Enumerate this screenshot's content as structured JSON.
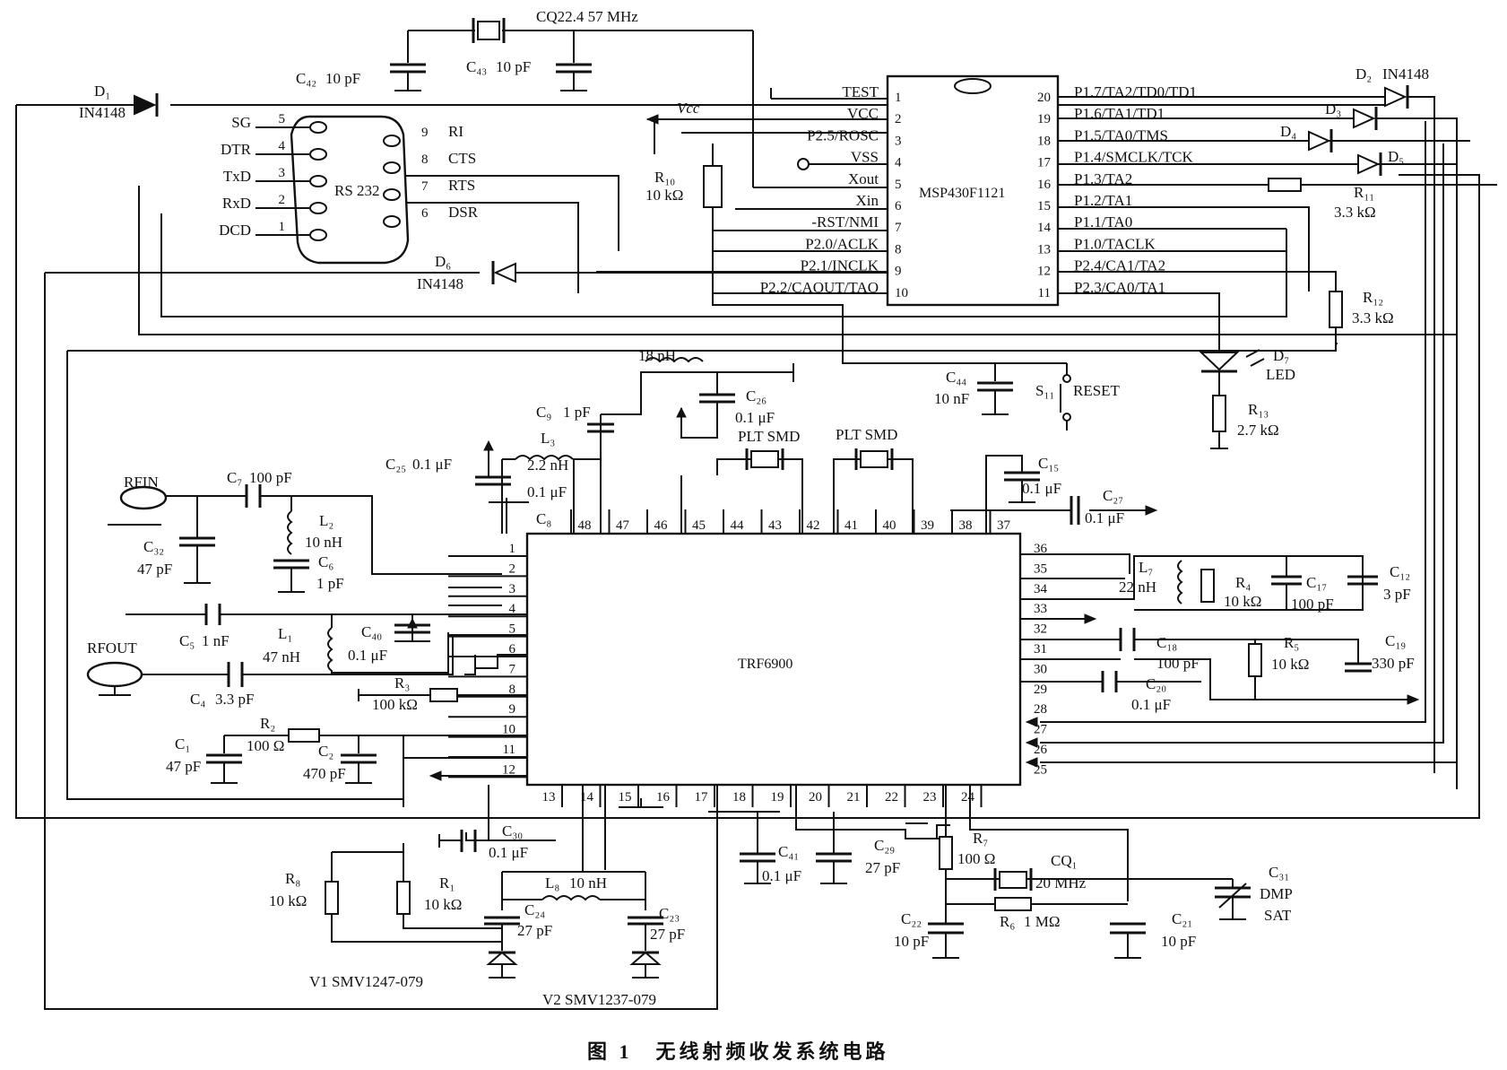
{
  "caption": "图 1　无线射频收发系统电路",
  "chips": {
    "mcu": {
      "name": "MSP430F1121",
      "left_pins": [
        {
          "num": "1",
          "name": "TEST"
        },
        {
          "num": "2",
          "name": "VCC"
        },
        {
          "num": "3",
          "name": "P2.5/ROSC"
        },
        {
          "num": "4",
          "name": "VSS"
        },
        {
          "num": "5",
          "name": "Xout"
        },
        {
          "num": "6",
          "name": "Xin"
        },
        {
          "num": "7",
          "name": "-RST/NMI"
        },
        {
          "num": "8",
          "name": "P2.0/ACLK"
        },
        {
          "num": "9",
          "name": "P2.1/INCLK"
        },
        {
          "num": "10",
          "name": "P2.2/CAOUT/TAO"
        }
      ],
      "right_pins": [
        {
          "num": "20",
          "name": "P1.7/TA2/TD0/TD1"
        },
        {
          "num": "19",
          "name": "P1.6/TA1/TD1"
        },
        {
          "num": "18",
          "name": "P1.5/TA0/TMS"
        },
        {
          "num": "17",
          "name": "P1.4/SMCLK/TCK"
        },
        {
          "num": "16",
          "name": "P1.3/TA2"
        },
        {
          "num": "15",
          "name": "P1.2/TA1"
        },
        {
          "num": "14",
          "name": "P1.1/TA0"
        },
        {
          "num": "13",
          "name": "P1.0/TACLK"
        },
        {
          "num": "12",
          "name": "P2.4/CA1/TA2"
        },
        {
          "num": "11",
          "name": "P2.3/CA0/TA1"
        }
      ]
    },
    "rf": {
      "name": "TRF6900",
      "left_pins": [
        "1",
        "2",
        "3",
        "4",
        "5",
        "6",
        "7",
        "8",
        "9",
        "10",
        "11",
        "12"
      ],
      "bottom_pins": [
        "13",
        "14",
        "15",
        "16",
        "17",
        "18",
        "19",
        "20",
        "21",
        "22",
        "23",
        "24"
      ],
      "right_pins": [
        "36",
        "35",
        "34",
        "33",
        "32",
        "31",
        "30",
        "29",
        "28",
        "27",
        "26",
        "25"
      ],
      "top_pins": [
        "48",
        "47",
        "46",
        "45",
        "44",
        "43",
        "42",
        "41",
        "40",
        "39",
        "38",
        "37"
      ]
    },
    "rs232": {
      "name": "RS 232",
      "left_pins": [
        {
          "num": "5",
          "name": "SG"
        },
        {
          "num": "4",
          "name": "DTR"
        },
        {
          "num": "3",
          "name": "TxD"
        },
        {
          "num": "2",
          "name": "RxD"
        },
        {
          "num": "1",
          "name": "DCD"
        }
      ],
      "right_pins": [
        {
          "num": "9",
          "name": "RI"
        },
        {
          "num": "8",
          "name": "CTS"
        },
        {
          "num": "7",
          "name": "RTS"
        },
        {
          "num": "6",
          "name": "DSR"
        }
      ]
    }
  },
  "components": {
    "c42": {
      "ref": "C₄₂",
      "value": "10 pF"
    },
    "c43": {
      "ref": "C₄₃",
      "value": "10 pF"
    },
    "crystal_top": {
      "value": "CQ22.4  57 MHz"
    },
    "vcc": {
      "label": "Vcc"
    },
    "r10": {
      "ref": "R₁₀",
      "value": "10 kΩ"
    },
    "d1": {
      "ref": "D₁",
      "value": "IN4148"
    },
    "d2": {
      "ref": "D₂",
      "value": "IN4148"
    },
    "d3": {
      "ref": "D₃"
    },
    "d4": {
      "ref": "D₄"
    },
    "d5": {
      "ref": "D₅"
    },
    "d6": {
      "ref": "D₆",
      "value": "IN4148"
    },
    "d7": {
      "ref": "D₇",
      "value": "LED"
    },
    "r11": {
      "ref": "R₁₁",
      "value": "3.3 kΩ"
    },
    "r12": {
      "ref": "R₁₂",
      "value": "3.3 kΩ"
    },
    "r13": {
      "ref": "R₁₃",
      "value": "2.7 kΩ"
    },
    "c44": {
      "ref": "C₄₄",
      "value": "10 nF"
    },
    "s11": {
      "ref": "S₁₁",
      "value": "RESET"
    },
    "l18nh": {
      "value": "18 nH"
    },
    "c26": {
      "ref": "C₂₆",
      "value": "0.1 μF"
    },
    "c9": {
      "ref": "C₉",
      "value": "1 pF"
    },
    "l3": {
      "ref": "L₃",
      "value": "2.2 nH"
    },
    "c25": {
      "ref": "C₂₅",
      "value": "0.1 μF"
    },
    "c8": {
      "ref": "C₈",
      "value": "0.1 μF"
    },
    "plt1": {
      "value": "PLT SMD"
    },
    "plt2": {
      "value": "PLT SMD"
    },
    "c15": {
      "ref": "C₁₅",
      "value": "0.1 μF"
    },
    "c27": {
      "ref": "C₂₇",
      "value": "0.1 μF"
    },
    "rfin": {
      "label": "RFIN"
    },
    "c7": {
      "ref": "C₇",
      "value": "100 pF"
    },
    "c32": {
      "ref": "C₃₂",
      "value": "47 pF"
    },
    "l2": {
      "ref": "L₂",
      "value": "10 nH"
    },
    "c6": {
      "ref": "C₆",
      "value": "1 pF"
    },
    "rfout": {
      "label": "RFOUT"
    },
    "c5": {
      "ref": "C₅",
      "value": "1 nF"
    },
    "l1": {
      "ref": "L₁",
      "value": "47 nH"
    },
    "c40": {
      "ref": "C₄₀",
      "value": "0.1 μF"
    },
    "c4": {
      "ref": "C₄",
      "value": "3.3 pF"
    },
    "r3": {
      "ref": "R₃",
      "value": "100 kΩ"
    },
    "c1": {
      "ref": "C₁",
      "value": "47 pF"
    },
    "r2": {
      "ref": "R₂",
      "value": "100 Ω"
    },
    "c2": {
      "ref": "C₂",
      "value": "470 pF"
    },
    "l7": {
      "ref": "L₇",
      "value": "22 nH"
    },
    "r4": {
      "ref": "R₄",
      "value": "10 kΩ"
    },
    "c17": {
      "ref": "C₁₇",
      "value": "100 pF"
    },
    "c12": {
      "ref": "C₁₂",
      "value": "3 pF"
    },
    "c18": {
      "ref": "C₁₈",
      "value": "100 pF"
    },
    "r5": {
      "ref": "R₅",
      "value": "10 kΩ"
    },
    "c19": {
      "ref": "C₁₉",
      "value": "330 pF"
    },
    "c20": {
      "ref": "C₂₀",
      "value": "0.1 μF"
    },
    "c30": {
      "ref": "C₃₀",
      "value": "0.1 μF"
    },
    "r8": {
      "ref": "R₈",
      "value": "10 kΩ"
    },
    "r1": {
      "ref": "R₁",
      "value": "10 kΩ"
    },
    "l8": {
      "ref": "L₈",
      "value": "10 nH"
    },
    "c24": {
      "ref": "C₂₄",
      "value": "27 pF"
    },
    "c23": {
      "ref": "C₂₃",
      "value": "27 pF"
    },
    "v1": {
      "value": "V1  SMV1247-079"
    },
    "v2": {
      "value": "V2  SMV1237-079"
    },
    "c41": {
      "ref": "C₄₁",
      "value": "0.1 μF"
    },
    "c29": {
      "ref": "C₂₉",
      "value": "27 pF"
    },
    "r7": {
      "ref": "R₇",
      "value": "100 Ω"
    },
    "cq1": {
      "ref": "CQ₁",
      "value": "20 MHz"
    },
    "r6": {
      "ref": "R₆",
      "value": "1 MΩ"
    },
    "c22": {
      "ref": "C₂₂",
      "value": "10 pF"
    },
    "c21": {
      "ref": "C₂₁",
      "value": "10 pF"
    },
    "c31": {
      "ref": "C₃₁",
      "value1": "DMP",
      "value2": "SAT"
    }
  }
}
